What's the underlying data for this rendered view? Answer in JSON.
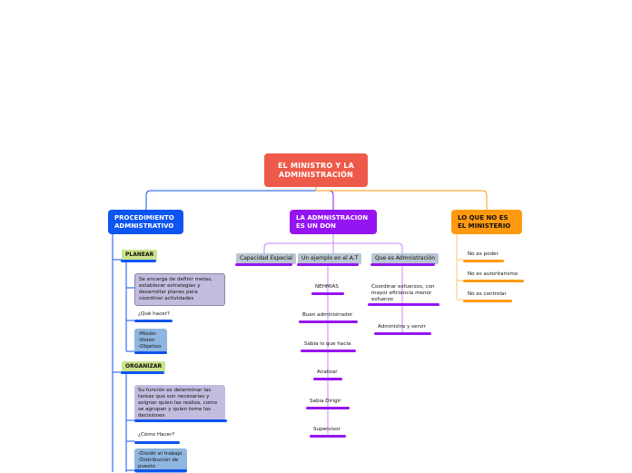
{
  "root": {
    "title": "EL MINISTRO Y LA ADMINISTRACIÓN"
  },
  "branches": {
    "procedimiento": {
      "title": "PROCEDIMIENTO ADMNISTRATIVO",
      "color": "#0d55f0",
      "planear": {
        "label": "PLANEAR",
        "definition": "Se encarga de definir metas, establecer estrategias y desarrollar planes para coordinar actividades",
        "question": "¿Qué hacer?",
        "items": "-Misión\n-Visión\n-Objetivo"
      },
      "organizar": {
        "label": "ORGANIZAR",
        "definition": "Su función es determinar las tareas que son necesarias y asignar  quien las realiza, como se agrupan y quien tome las decisiones",
        "question": "¿Cómo Hacer?",
        "items": "-Dividir el trabajo\n-Distribución de puesto"
      }
    },
    "don": {
      "title": "LA ADMNISTRACION ES UN DON",
      "color": "#9515f2",
      "capacidad": "Capacidad Especial",
      "ejemplo": {
        "label": "Un ejemplo en el A.T",
        "items": [
          "NEHMIAS",
          "Buen administrador",
          "Sabia lo que hacia",
          "Analizar",
          "Sabia Dirigir",
          "Supervisor"
        ]
      },
      "que_es": {
        "label": "Que es Admnistración",
        "items": [
          "Coordinar esfuerzos, con mayor eficiencia menor esfuerzo",
          "Administra y servir"
        ]
      }
    },
    "no_es": {
      "title": "LO QUE NO ES EL MINISTERIO",
      "color": "#ff9a10",
      "items": [
        "No es poder",
        "No es autoritarismo",
        "No es controlar"
      ]
    }
  }
}
